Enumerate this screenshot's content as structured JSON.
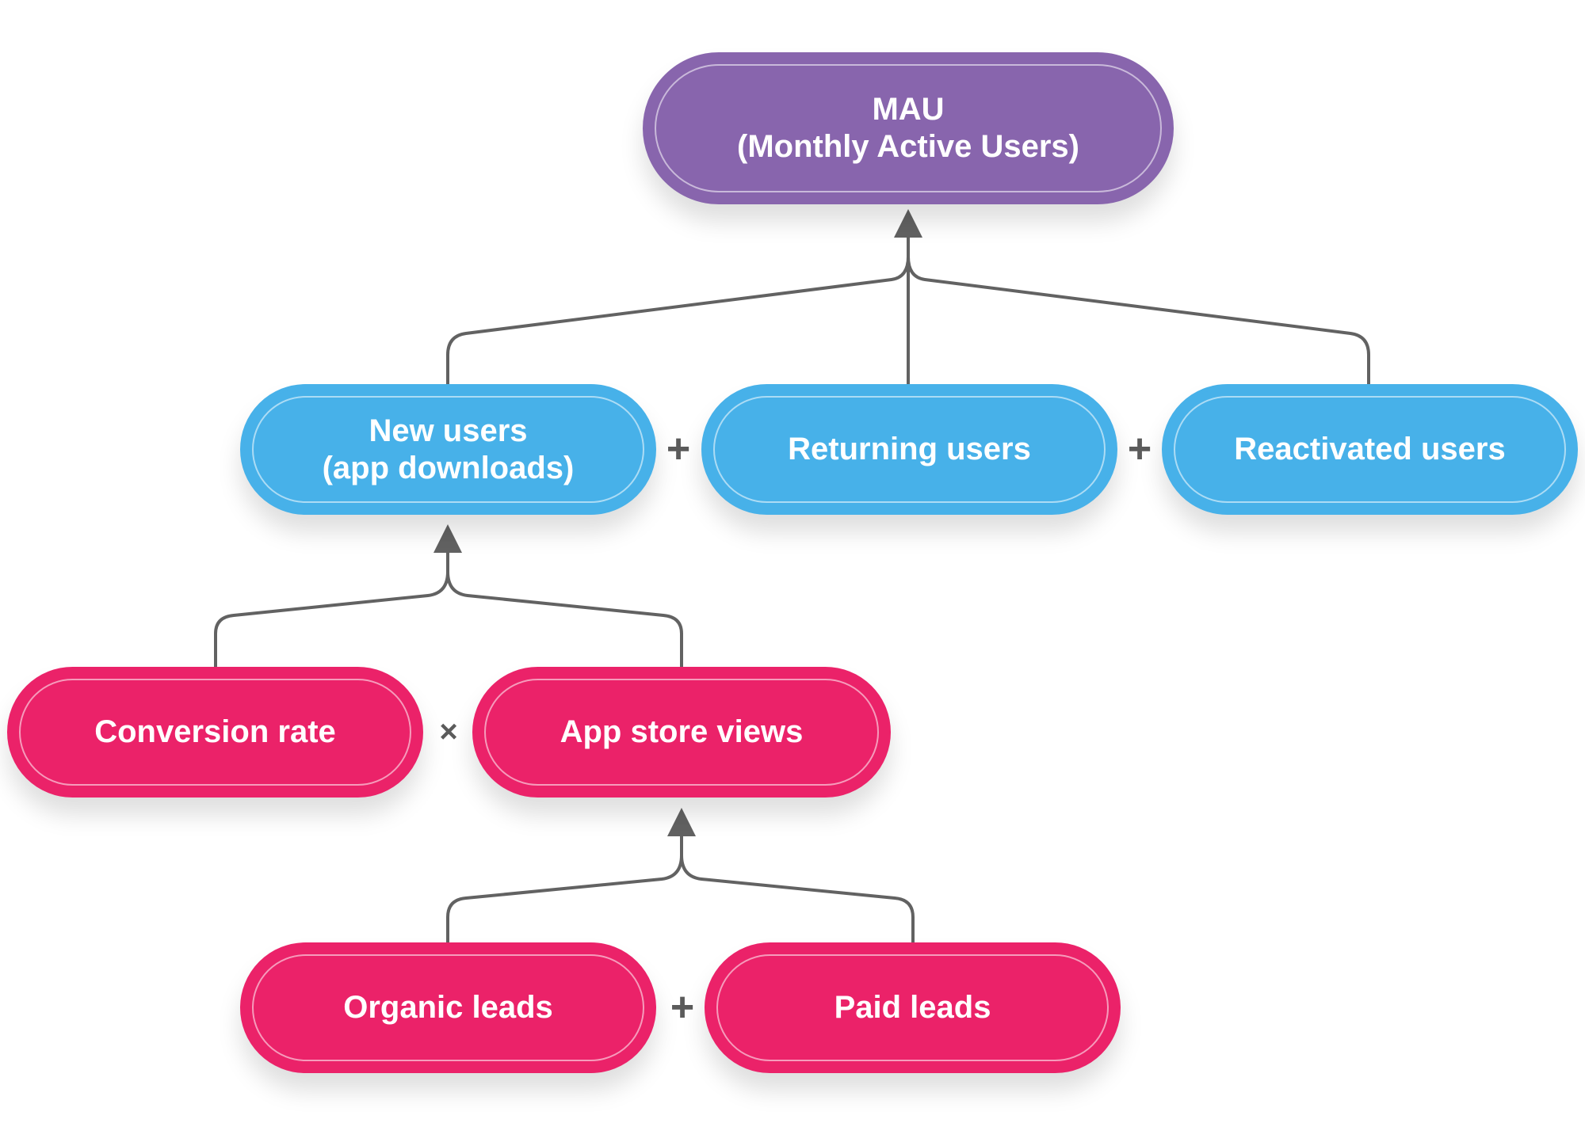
{
  "colors": {
    "top_metric": "#8865AD",
    "level_two": "#47B1E9",
    "level_three": "#EB2269",
    "connector": "#626262",
    "operator": "#5B5B5B"
  },
  "nodes": {
    "mau": {
      "lines": [
        "MAU",
        "(Monthly Active Users)"
      ]
    },
    "new_users": {
      "lines": [
        "New users",
        "(app downloads)"
      ]
    },
    "returning_users": {
      "lines": [
        "Returning users"
      ]
    },
    "reactivated_users": {
      "lines": [
        "Reactivated users"
      ]
    },
    "conversion_rate": {
      "lines": [
        "Conversion rate"
      ]
    },
    "app_store_views": {
      "lines": [
        "App store views"
      ]
    },
    "organic_leads": {
      "lines": [
        "Organic leads"
      ]
    },
    "paid_leads": {
      "lines": [
        "Paid leads"
      ]
    }
  },
  "operators": {
    "users_plus_1": "+",
    "users_plus_2": "+",
    "new_users_times": "×",
    "leads_plus": "+"
  }
}
